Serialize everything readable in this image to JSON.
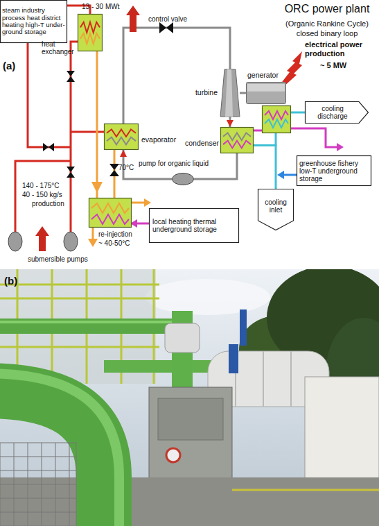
{
  "diagram": {
    "title": "ORC power plant",
    "nodes": [
      {
        "text": [
          "steam industry process heat district heating high-T under- ground storage"
        ]
      },
      {
        "text": [
          "heat exchanger"
        ]
      },
      {
        "text": [
          "turbine"
        ]
      },
      {
        "text": [
          "generator"
        ]
      },
      {
        "text": [
          "evaporator"
        ]
      },
      {
        "text": [
          "condenser"
        ]
      },
      {
        "text": [
          "cooling discharge"
        ]
      },
      {
        "text": [
          "greenhouse fishery low-T underground storage"
        ]
      },
      {
        "text": [
          "pump for organic liquid"
        ]
      },
      {
        "text": [
          "local heating thermal underground storage"
        ]
      },
      {
        "text": [
          "cooling inlet"
        ]
      }
    ],
    "edges": [
      {
        "from": 1,
        "to": 0,
        "arrow": "none"
      },
      {
        "from": 4,
        "to": 2,
        "arrow": "none"
      },
      {
        "from": 2,
        "to": 5,
        "arrow": "to"
      },
      {
        "from": 2,
        "to": 3,
        "arrow": "none"
      },
      {
        "from": 5,
        "to": 8,
        "arrow": "none"
      },
      {
        "from": 8,
        "to": 4,
        "arrow": "to"
      },
      {
        "from": 10,
        "to": 5,
        "arrow": "none"
      }
    ],
    "labels": [
      "(Organic Rankine Cycle)",
      "closed binary loop",
      "(a)",
      "13 - 30 MWt",
      "control valve",
      "electrical power production",
      "~ 5 MW",
      "70°C",
      "140 - 175°C",
      "40 - 150 kg/s",
      "production",
      "re-injection",
      "~ 40-50°C",
      "submersible pumps",
      "(b)"
    ]
  }
}
